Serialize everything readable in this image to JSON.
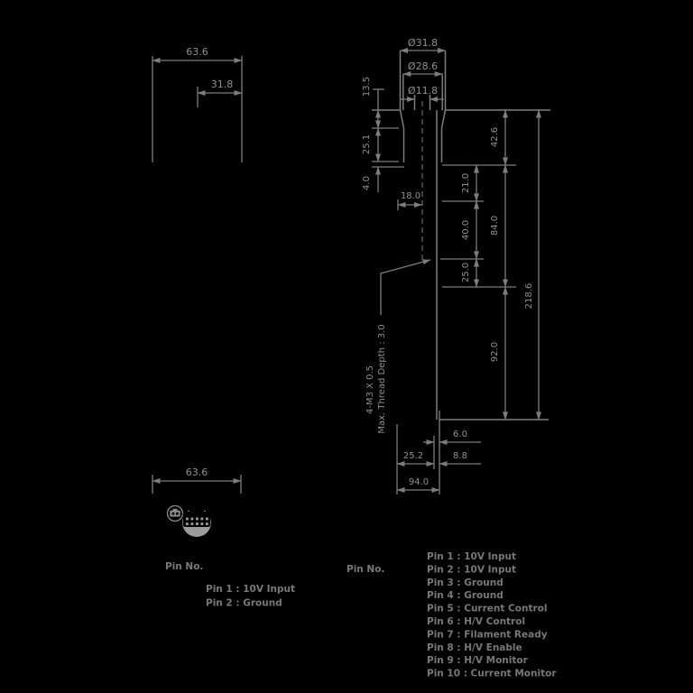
{
  "drawing": {
    "front_top": {
      "width": "63.6",
      "half_width": "31.8"
    },
    "side": {
      "dia_outer": "Ø31.8",
      "dia_mid": "Ø28.6",
      "dia_small": "Ø11.8",
      "d13_5": "13.5",
      "d25_1": "25.1",
      "d4_0": "4.0",
      "d18_0": "18.0",
      "d21_0": "21.0",
      "d40_0": "40.0",
      "d25_0": "25.0",
      "d42_6": "42.6",
      "d84_0": "84.0",
      "d92_0": "92.0",
      "d218_6": "218.6",
      "d6_0": "6.0",
      "d8_8": "8.8",
      "d25_2": "25.2",
      "d94_0": "94.0",
      "note_line1": "4-M3 X 0.5",
      "note_line2": "Max. Thread Depth : 3.0"
    },
    "front_bottom": {
      "width": "63.6",
      "pin_label": "Pin No.",
      "pins": [
        "Pin 1 : 10V Input",
        "Pin 2 : Ground"
      ]
    },
    "side_bottom": {
      "pin_label": "Pin No.",
      "pins": [
        "Pin 1 : 10V Input",
        "Pin 2 : 10V Input",
        "Pin 3 : Ground",
        "Pin 4 : Ground",
        "Pin 5 : Current Control",
        "Pin 6 : H/V Control",
        "Pin 7 : Filament Ready",
        "Pin 8 : H/V Enable",
        "Pin 9 : H/V Monitor",
        "Pin 10 : Current Monitor"
      ]
    }
  },
  "colors": {
    "background": "#000000",
    "line": "#7d7d7d",
    "dim_text": "#909090",
    "pin_text": "#787878",
    "icon_fill": "#9c9c9c"
  }
}
